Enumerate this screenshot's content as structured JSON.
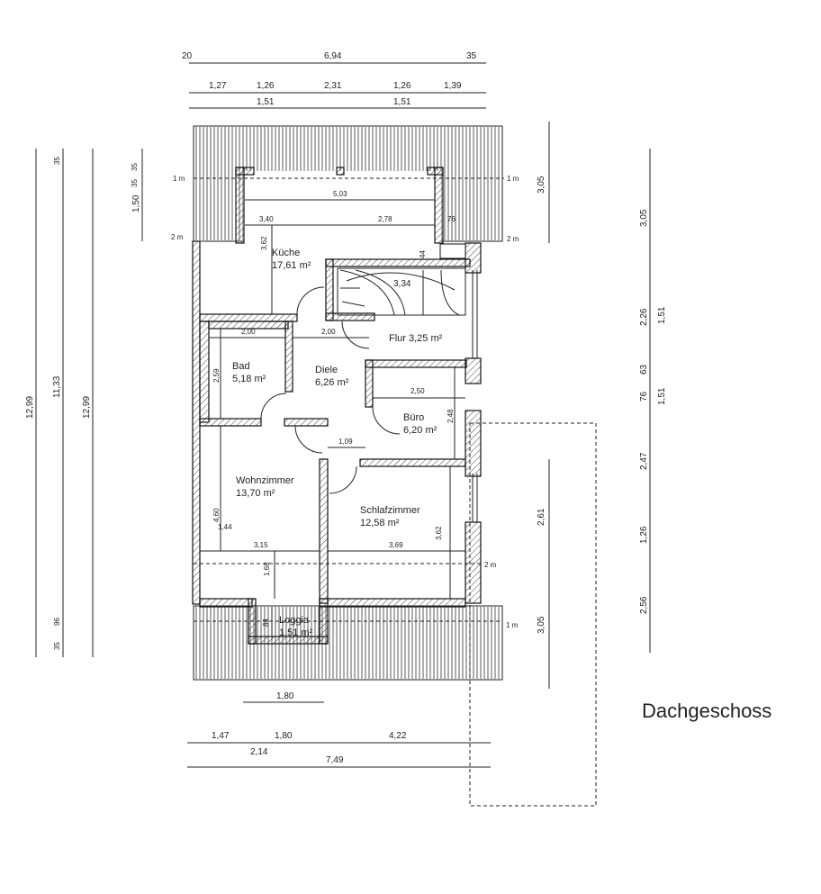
{
  "drawing": {
    "title": "Dachgeschoss",
    "rooms": [
      {
        "name": "Küche",
        "area": "17,61 m²"
      },
      {
        "name": "Flur 3,25 m²",
        "area": ""
      },
      {
        "name": "Bad",
        "area": "5,18 m²"
      },
      {
        "name": "Diele",
        "area": "6,26 m²"
      },
      {
        "name": "Büro",
        "area": "6,20 m²"
      },
      {
        "name": "Wohnzimmer",
        "area": "13,70 m²"
      },
      {
        "name": "Schlafzimmer",
        "area": "12,58 m²"
      },
      {
        "name": "Loggia",
        "area": "1,51 m²"
      }
    ],
    "top_dims": {
      "row1": [
        "20",
        "6,94",
        "35"
      ],
      "row2": [
        "1,27",
        "1,26",
        "2,31",
        "1,26",
        "1,39"
      ],
      "row3": [
        "1,51",
        "1,51"
      ]
    },
    "bottom_dims": {
      "row1": [
        "1,80"
      ],
      "row2": [
        "1,47",
        "1,80",
        "4,22"
      ],
      "row3": [
        "2,14"
      ],
      "row4": [
        "7,49"
      ]
    },
    "left_dims": [
      "12,99",
      "11,33",
      "12,99",
      "35",
      "35",
      "1,50",
      "96",
      "35",
      "35"
    ],
    "right_dims": [
      "3,05",
      "3,05",
      "2,26",
      "1,51",
      "63",
      "76",
      "1,51",
      "2,47",
      "1,26",
      "2,56",
      "2,61",
      "3,05"
    ],
    "height_marks": [
      "1 m",
      "2 m",
      "1 m",
      "2 m",
      "2 m",
      "1 m"
    ],
    "interior_dims": [
      "5,03",
      "3,40",
      "2,78",
      "76",
      "3,62",
      "44",
      "3,34",
      "2,00",
      "2,00",
      "2,59",
      "2,50",
      "2,48",
      "1,09",
      "4,60",
      "1,44",
      "3,15",
      "3,69",
      "3,62",
      "1,68",
      "84"
    ]
  }
}
